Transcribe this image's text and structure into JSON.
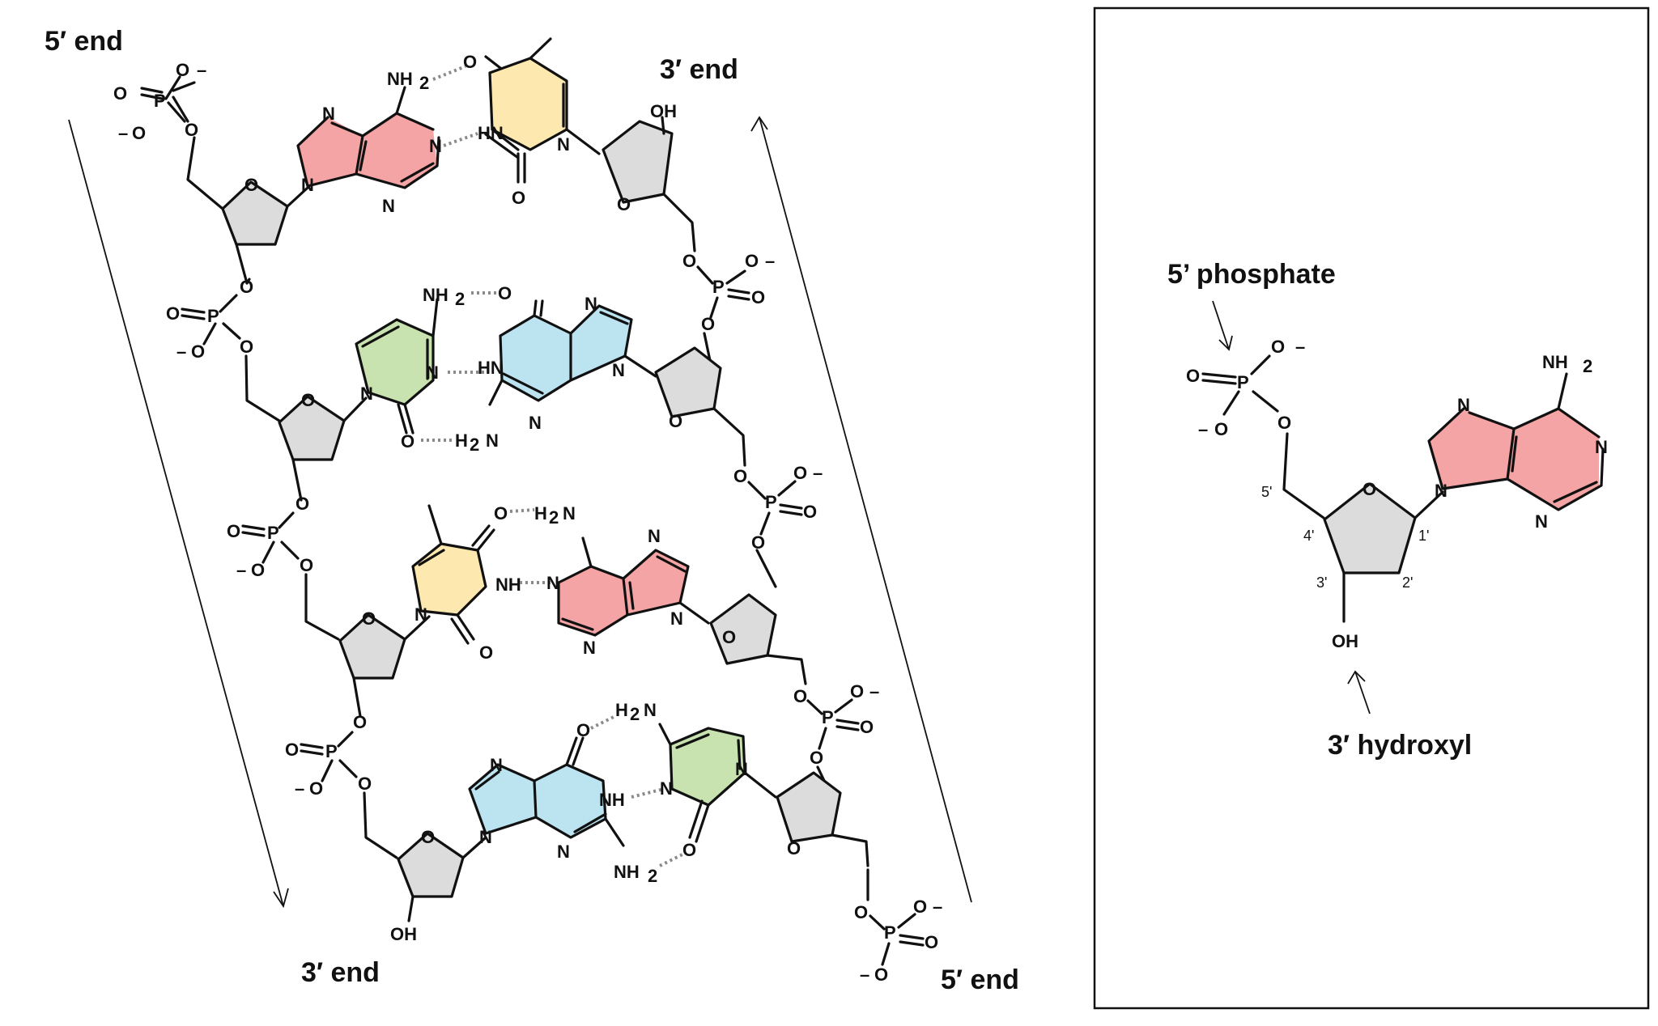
{
  "strand_labels": {
    "left_top": "5′ end",
    "left_bottom": "3′ end",
    "right_top": "3′ end",
    "right_bottom": "5′ end"
  },
  "inset": {
    "phosphate_label": "5’ phosphate",
    "hydroxyl_label": "3′ hydroxyl",
    "carbon_labels": [
      "5'",
      "4'",
      "3'",
      "2'",
      "1'"
    ]
  },
  "atoms": {
    "N": "N",
    "O": "O",
    "P": "P",
    "NH": "NH",
    "HN": "HN",
    "NH2": "NH",
    "H2": "H",
    "two": "2",
    "OH": "OH",
    "minus": "–"
  },
  "base_pairs": [
    {
      "left": "adenine",
      "right": "thymine"
    },
    {
      "left": "cytosine",
      "right": "guanine"
    },
    {
      "left": "thymine",
      "right": "adenine"
    },
    {
      "left": "guanine",
      "right": "cytosine"
    }
  ],
  "colors": {
    "adenine": "#f4a4a4",
    "thymine": "#fde9b0",
    "guanine": "#bce3f0",
    "cytosine": "#c9e3b0",
    "sugar": "#dcdcdc",
    "bond": "#111111",
    "hbond": "#8a8a8a"
  }
}
